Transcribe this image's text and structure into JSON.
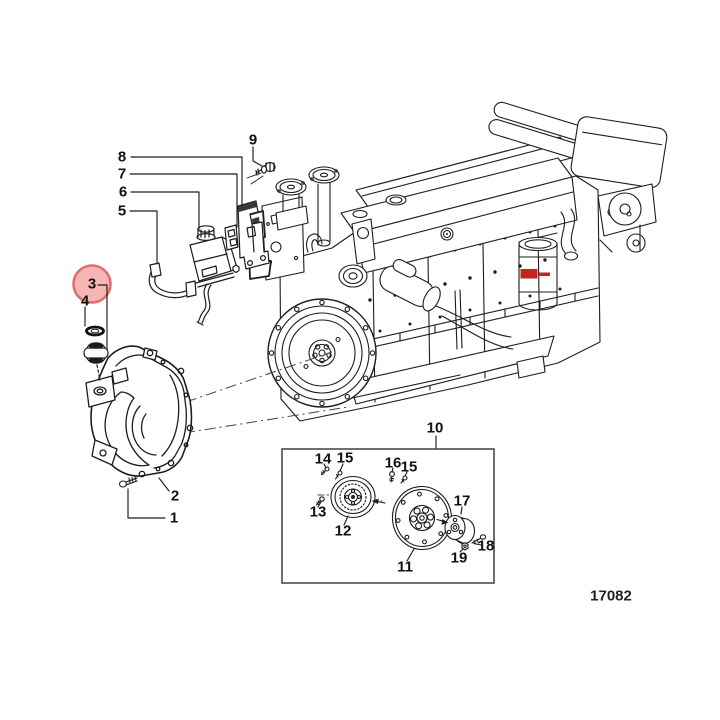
{
  "figure": {
    "drawing_number": "17082"
  },
  "highlight": {
    "callout": "3"
  },
  "colors": {
    "line": "#1d1d1d",
    "leader": "#1c1c1c",
    "highlight_fill": "#f6b6b4",
    "highlight_border": "#e0706c",
    "brand_red": "#c62323",
    "background": "#ffffff"
  },
  "callouts": [
    {
      "label": "8"
    },
    {
      "label": "7"
    },
    {
      "label": "6"
    },
    {
      "label": "5"
    },
    {
      "label": "9"
    },
    {
      "label": "3"
    },
    {
      "label": "4"
    },
    {
      "label": "2"
    },
    {
      "label": "1"
    },
    {
      "label": "10"
    },
    {
      "label": "14"
    },
    {
      "label": "15"
    },
    {
      "label": "16"
    },
    {
      "label": "15"
    },
    {
      "label": "13"
    },
    {
      "label": "12"
    },
    {
      "label": "11"
    },
    {
      "label": "17"
    },
    {
      "label": "19"
    },
    {
      "label": "18"
    }
  ]
}
